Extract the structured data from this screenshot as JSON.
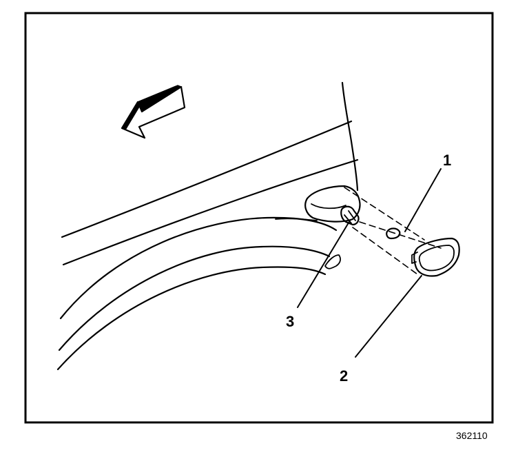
{
  "figure": {
    "figure_id": "362110",
    "callouts": {
      "one": "1",
      "two": "2",
      "three": "3"
    },
    "icons": {
      "direction_arrow": "forward-arrow-icon",
      "lamp": "side-marker-lamp-icon",
      "bulb_socket": "bulb-socket-icon",
      "retaining_clip": "retaining-clip-icon"
    },
    "colors": {
      "ink": "#000000",
      "paper": "#ffffff"
    }
  }
}
